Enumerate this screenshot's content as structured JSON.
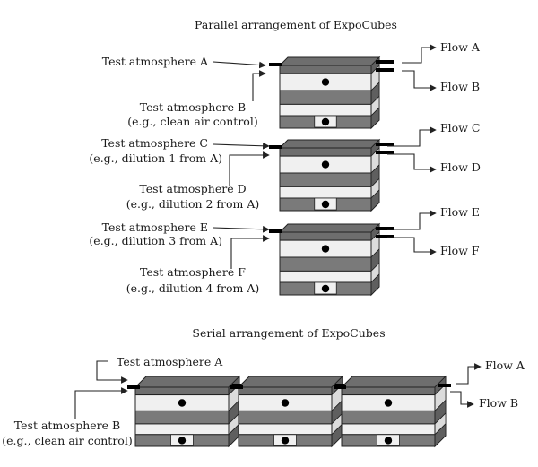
{
  "parallel": {
    "title": "Parallel arrangement of ExpoCubes",
    "cubes": [
      {
        "inlet_top": "Test atmosphere A",
        "inlet_bottom": [
          "Test atmosphere B",
          "(e.g., clean air control)"
        ],
        "outlet_top": "Flow A",
        "outlet_bottom": "Flow B"
      },
      {
        "inlet_top": [
          "Test atmosphere C",
          "(e.g., dilution 1 from A)"
        ],
        "inlet_bottom": [
          "Test atmosphere D",
          "(e.g., dilution 2 from A)"
        ],
        "outlet_top": "Flow C",
        "outlet_bottom": "Flow D"
      },
      {
        "inlet_top": [
          "Test atmosphere E",
          "(e.g., dilution 3 from A)"
        ],
        "inlet_bottom": [
          "Test atmosphere F",
          "(e.g., dilution 4 from A)"
        ],
        "outlet_top": "Flow E",
        "outlet_bottom": "Flow F"
      }
    ]
  },
  "serial": {
    "title": "Serial arrangement of ExpoCubes",
    "inlet_top": "Test atmosphere A",
    "inlet_bottom": [
      "Test atmosphere B",
      "(e.g., clean air control)"
    ],
    "outlet_top": "Flow A",
    "outlet_bottom": "Flow B",
    "cube_count": 3
  },
  "colors": {
    "dark_band": "#7a7a7a",
    "light_band": "#f0f0f0",
    "side_face": "#a8a8a8",
    "top_face": "#6e6e6e",
    "port": "#000000"
  }
}
